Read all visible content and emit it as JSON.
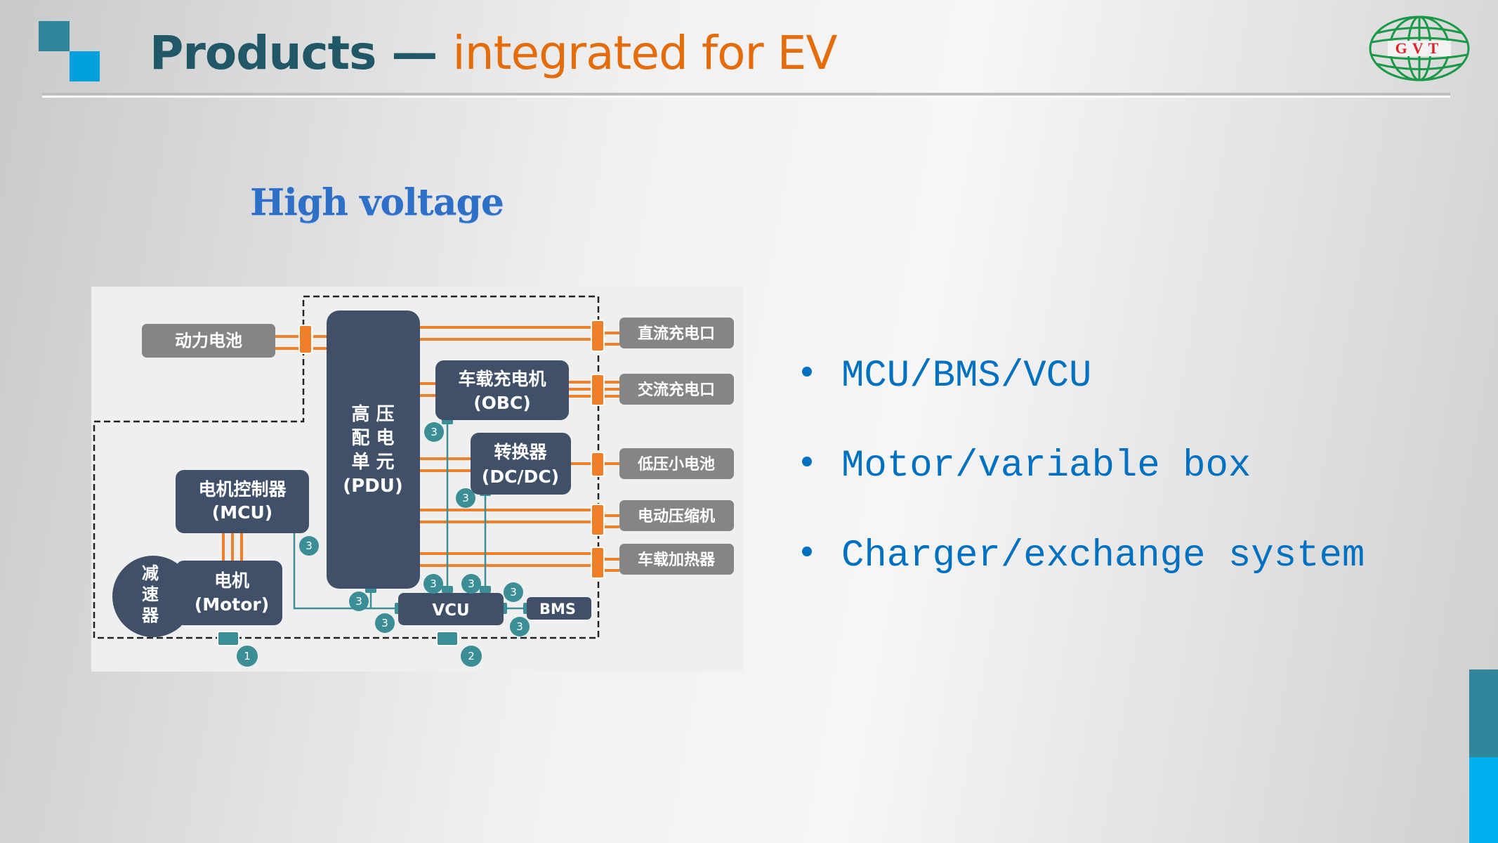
{
  "header": {
    "title_main": "Products",
    "title_sep": " — ",
    "title_sub": "integrated for EV",
    "logo_text": "GVT"
  },
  "section": {
    "heading": "High voltage"
  },
  "diagram": {
    "external_left": {
      "battery": "动力电池"
    },
    "pdu": {
      "lines": [
        "高 压",
        "配 电",
        "单 元",
        "(PDU)"
      ]
    },
    "obc": {
      "line1": "车载充电机",
      "line2": "(OBC)"
    },
    "dcdc": {
      "line1": "转换器",
      "line2": "(DC/DC)"
    },
    "mcu": {
      "line1": "电机控制器",
      "line2": "(MCU)"
    },
    "motor": {
      "line1": "电机",
      "line2": "(Motor)"
    },
    "reducer": {
      "lines": [
        "减",
        "速",
        "器"
      ]
    },
    "vcu": "VCU",
    "bms": "BMS",
    "external_right": [
      "直流充电口",
      "交流充电口",
      "低压小电池",
      "电动压缩机",
      "车载加热器"
    ],
    "badges": {
      "one": "1",
      "two": "2",
      "three": "3"
    },
    "colors": {
      "hv_line": "#f07f2a",
      "lv_line": "#3b8e96",
      "box_dark": "#3f5068",
      "box_grey": "#858585"
    }
  },
  "bullets": [
    "MCU/BMS/VCU",
    "Motor/variable box",
    "Charger/exchange system"
  ]
}
